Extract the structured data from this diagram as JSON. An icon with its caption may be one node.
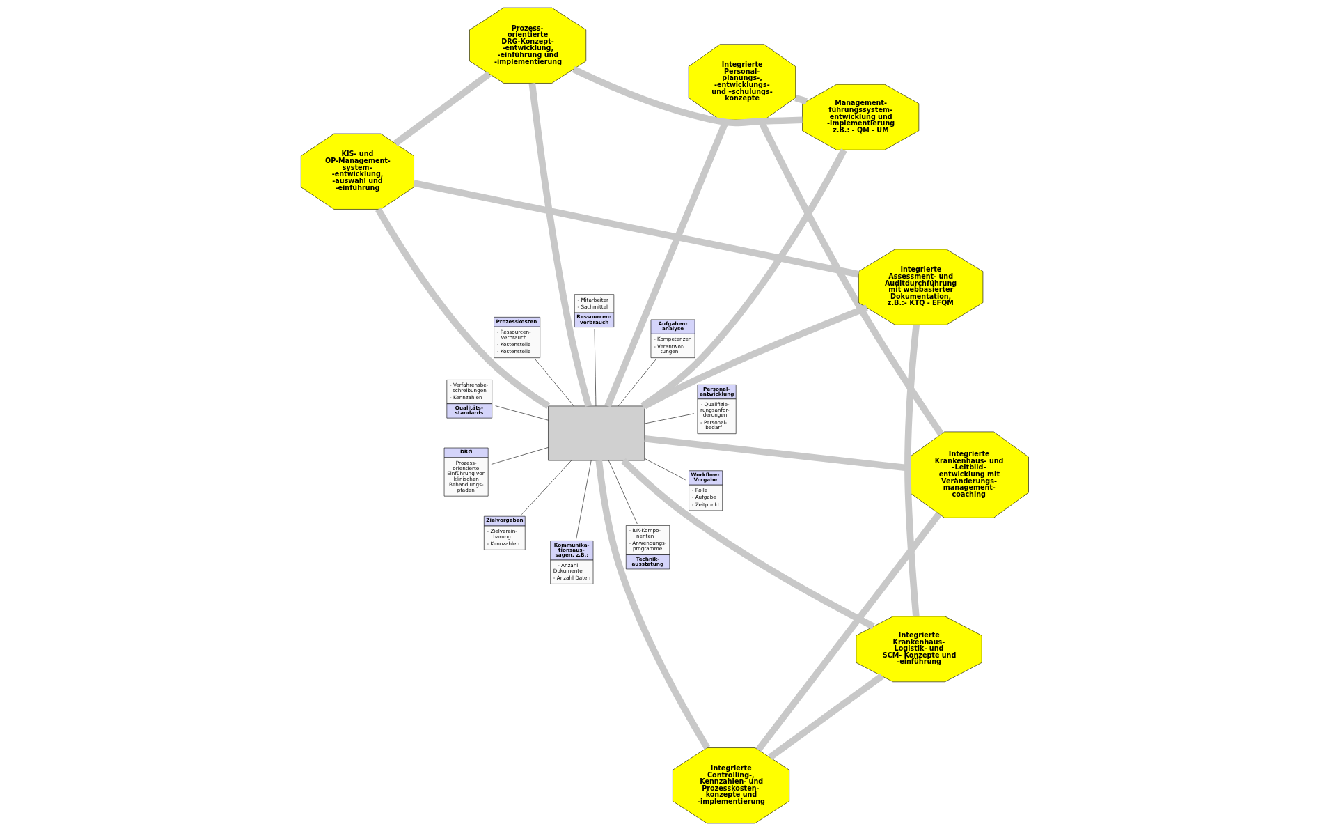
{
  "diagram": {
    "nodes": [
      {
        "text": [
          "Integrierte Controlling-, Kennzahlen- und Prozesskosten- konzepte und -implementierung"
        ]
      },
      {
        "text": [
          "Integrierte Krankenhaus- und -Leitbild- entwicklung mit Veränderungs- management- coaching"
        ]
      },
      {
        "text": [
          "Integrierte Krankenhaus- Logistik- und SCM- Konzepte und -einführung"
        ]
      },
      {
        "text": [
          "Integrierte Personal- planungs-, -entwicklungs- und –schulungs- konzepte"
        ]
      },
      {
        "text": [
          "Aufgaben- analyse",
          "- Kompetenzen",
          "- Verantwor- tungen"
        ]
      },
      {
        "text": [
          "Prozesskosten",
          "- Ressourcen- verbrauch",
          "- Kostenstelle",
          "- Kostenstelle"
        ]
      },
      {
        "text": [
          "Zielvorgaben",
          "- Zielverein- barung",
          "- Kennzahlen"
        ]
      },
      {
        "text": [
          "Workflow- Vorgabe",
          "- Rolle",
          "- Aufgabe",
          "- Zeitpunkt"
        ]
      },
      {
        "text": [
          "DRG",
          "Prozess- orientierte Einführung von klinischen Behandlungs- pfaden"
        ]
      },
      {
        "text": [],
        "shape": "box"
      },
      {
        "text": [
          "Kommunika- tionsaus- sagen, z.B.:",
          "- Anzahl Dokumente",
          "- Anzahl Daten"
        ]
      },
      {
        "text": [
          "- Verfahrensbe- schreibungen",
          "- Kennzahlen",
          "Qualitäts- standards"
        ]
      },
      {
        "text": [
          "Personal- entwicklung",
          "- Qualifizie- rungsanfor- derungen",
          "- Personal- bedarf"
        ]
      },
      {
        "text": [
          "Integrierte Assessment- und Auditdurchführung mit webbasierter Dokumentation, z.B.:- KTQ - EFQM"
        ]
      },
      {
        "text": [
          "Management- führungssystem- entwicklung und -implementierung z.B.: - QM - UM"
        ]
      },
      {
        "text": [
          "- Mitarbeiter",
          "- Sachmittel",
          "Ressourcen- verbrauch"
        ]
      },
      {
        "text": [
          "- IuK-Kompo- nenten",
          "- Anwendungs- programme",
          "Technik- ausstatung"
        ]
      },
      {
        "text": [
          "Prozess- orientierte DRG-Konzept- -entwicklung, -einführung und -implementierung"
        ]
      },
      {
        "text": [
          "KIS- und OP-Management- system- -entwicklung, -auswahl und -einführung"
        ]
      }
    ],
    "edges": [
      {
        "from": 2,
        "to": 0,
        "arrow": "none"
      },
      {
        "from": 0,
        "to": 1,
        "arrow": "none"
      },
      {
        "from": 1,
        "to": 3,
        "arrow": "none"
      },
      {
        "from": 3,
        "to": 14,
        "arrow": "none"
      },
      {
        "from": 14,
        "to": 17,
        "arrow": "none"
      },
      {
        "from": 17,
        "to": 18,
        "arrow": "none"
      },
      {
        "from": 18,
        "to": 13,
        "arrow": "none"
      },
      {
        "from": 13,
        "to": 2,
        "arrow": "none"
      },
      {
        "from": 0,
        "to": 9,
        "arrow": "none"
      },
      {
        "from": 1,
        "to": 9,
        "arrow": "none"
      },
      {
        "from": 2,
        "to": 9,
        "arrow": "none"
      },
      {
        "from": 3,
        "to": 9,
        "arrow": "none"
      },
      {
        "from": 13,
        "to": 9,
        "arrow": "none"
      },
      {
        "from": 14,
        "to": 9,
        "arrow": "none"
      },
      {
        "from": 18,
        "to": 9,
        "arrow": "none"
      },
      {
        "from": 17,
        "to": 9,
        "arrow": "none"
      },
      {
        "from": 4,
        "to": 9,
        "arrow": "none",
        "color": "#000000"
      },
      {
        "from": 5,
        "to": 9,
        "arrow": "none",
        "color": "#000000"
      },
      {
        "from": 6,
        "to": 9,
        "arrow": "none",
        "color": "#000000"
      },
      {
        "from": 7,
        "to": 9,
        "arrow": "none",
        "color": "#000000"
      },
      {
        "from": 8,
        "to": 9,
        "arrow": "none",
        "color": "#000000"
      },
      {
        "from": 10,
        "to": 9,
        "arrow": "none",
        "color": "#000000"
      },
      {
        "from": 11,
        "to": 9,
        "arrow": "none",
        "color": "#000000"
      },
      {
        "from": 12,
        "to": 9,
        "arrow": "none",
        "color": "#000000"
      },
      {
        "from": 15,
        "to": 9,
        "arrow": "none",
        "color": "#000000"
      },
      {
        "from": 16,
        "to": 9,
        "arrow": "none",
        "color": "#000000"
      }
    ]
  }
}
